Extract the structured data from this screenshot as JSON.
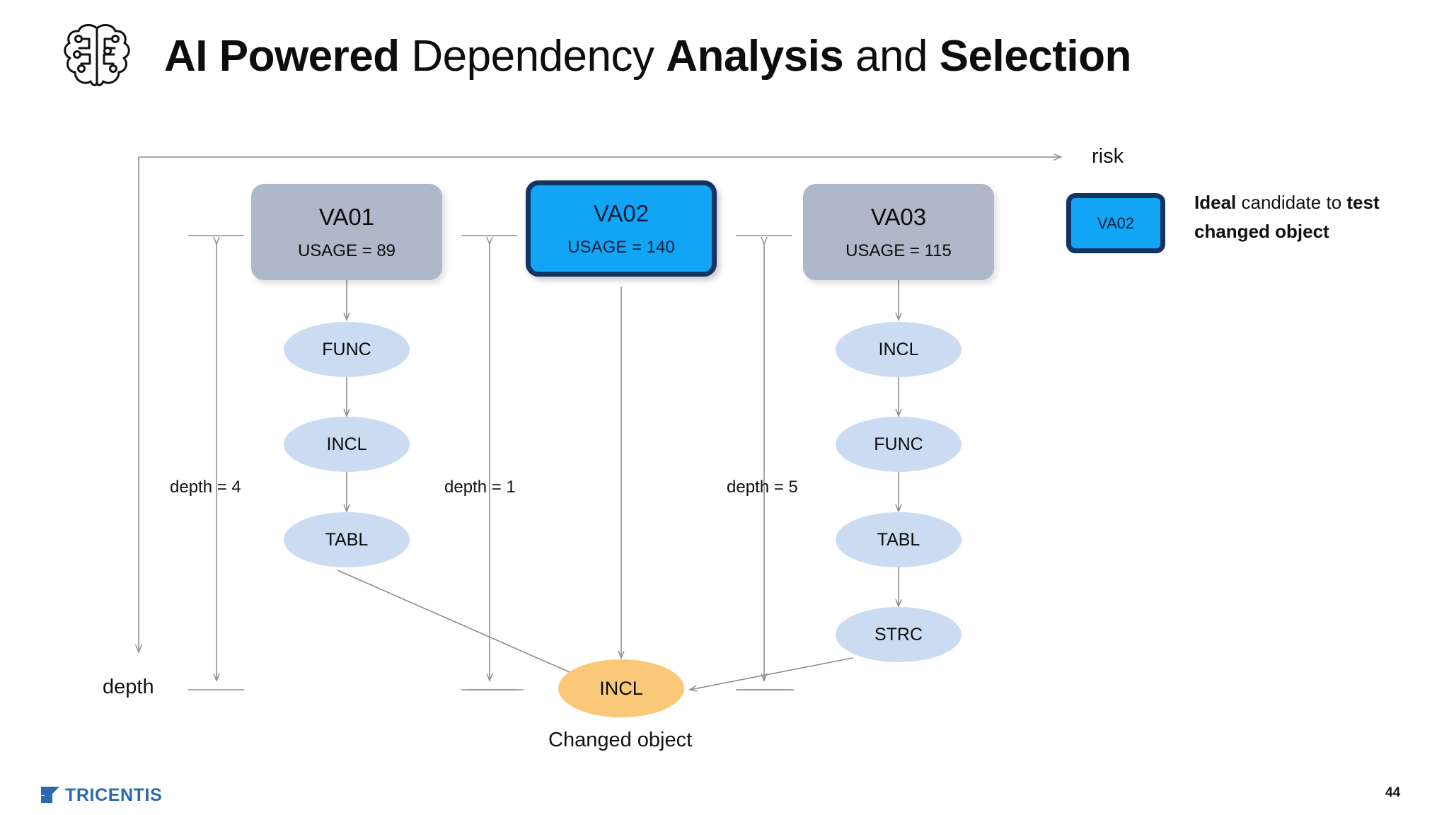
{
  "header": {
    "icon": "ai-brain-icon",
    "title_parts": [
      {
        "text": "AI Powered ",
        "bold": true
      },
      {
        "text": "Dependency ",
        "bold": false
      },
      {
        "text": "Analysis ",
        "bold": true
      },
      {
        "text": "and ",
        "bold": false
      },
      {
        "text": "Selection",
        "bold": true
      }
    ],
    "title_plain": "AI Powered Dependency Analysis and Selection"
  },
  "axes": {
    "risk_label": "risk",
    "depth_label": "depth"
  },
  "columns": [
    {
      "id": "va01",
      "box": {
        "name": "VA01",
        "usage_label": "USAGE = 89",
        "usage_value": 89,
        "highlighted": false
      },
      "depth_label": "depth = 4",
      "depth_value": 4,
      "chain": [
        "FUNC",
        "INCL",
        "TABL"
      ]
    },
    {
      "id": "va02",
      "box": {
        "name": "VA02",
        "usage_label": "USAGE = 140",
        "usage_value": 140,
        "highlighted": true
      },
      "depth_label": "depth = 1",
      "depth_value": 1,
      "chain": []
    },
    {
      "id": "va03",
      "box": {
        "name": "VA03",
        "usage_label": "USAGE = 115",
        "usage_value": 115,
        "highlighted": false
      },
      "depth_label": "depth = 5",
      "depth_value": 5,
      "chain": [
        "INCL",
        "FUNC",
        "TABL",
        "STRC"
      ]
    }
  ],
  "changed_object": {
    "node_label": "INCL",
    "caption": "Changed object"
  },
  "legend": {
    "box_label": "VA02",
    "text_parts": [
      {
        "text": "Ideal ",
        "bold": true
      },
      {
        "text": "candidate to ",
        "bold": false
      },
      {
        "text": "test changed object",
        "bold": true
      }
    ],
    "text_plain": "Ideal candidate to test changed object"
  },
  "footer": {
    "brand": "TRICENTIS",
    "page_number": "44"
  },
  "colors": {
    "highlight_fill": "#12a5f5",
    "highlight_border": "#123463",
    "box_gray": "#aeb8c8",
    "ellipse_blue": "#cbdcf2",
    "ellipse_orange": "#f9c878",
    "brand_blue": "#2a68b0",
    "connector_gray": "#8d8d8d"
  },
  "chart_data": {
    "type": "diagram",
    "title": "AI Powered Dependency Analysis and Selection",
    "xlabel": "risk",
    "ylabel": "depth",
    "nodes": [
      {
        "id": "VA01",
        "kind": "transaction",
        "usage": 89,
        "depth": 4,
        "highlighted": false
      },
      {
        "id": "VA02",
        "kind": "transaction",
        "usage": 140,
        "depth": 1,
        "highlighted": true
      },
      {
        "id": "VA03",
        "kind": "transaction",
        "usage": 115,
        "depth": 5,
        "highlighted": false
      },
      {
        "id": "VA01-FUNC",
        "kind": "FUNC",
        "column": "VA01",
        "level": 1
      },
      {
        "id": "VA01-INCL",
        "kind": "INCL",
        "column": "VA01",
        "level": 2
      },
      {
        "id": "VA01-TABL",
        "kind": "TABL",
        "column": "VA01",
        "level": 3
      },
      {
        "id": "VA03-INCL",
        "kind": "INCL",
        "column": "VA03",
        "level": 1
      },
      {
        "id": "VA03-FUNC",
        "kind": "FUNC",
        "column": "VA03",
        "level": 2
      },
      {
        "id": "VA03-TABL",
        "kind": "TABL",
        "column": "VA03",
        "level": 3
      },
      {
        "id": "VA03-STRC",
        "kind": "STRC",
        "column": "VA03",
        "level": 4
      },
      {
        "id": "CHANGED-INCL",
        "kind": "INCL",
        "changed": true
      }
    ],
    "edges": [
      {
        "from": "VA01",
        "to": "VA01-FUNC"
      },
      {
        "from": "VA01-FUNC",
        "to": "VA01-INCL"
      },
      {
        "from": "VA01-INCL",
        "to": "VA01-TABL"
      },
      {
        "from": "VA01-TABL",
        "to": "CHANGED-INCL"
      },
      {
        "from": "VA02",
        "to": "CHANGED-INCL"
      },
      {
        "from": "VA03",
        "to": "VA03-INCL"
      },
      {
        "from": "VA03-INCL",
        "to": "VA03-FUNC"
      },
      {
        "from": "VA03-FUNC",
        "to": "VA03-TABL"
      },
      {
        "from": "VA03-TABL",
        "to": "VA03-STRC"
      },
      {
        "from": "VA03-STRC",
        "to": "CHANGED-INCL"
      }
    ]
  }
}
